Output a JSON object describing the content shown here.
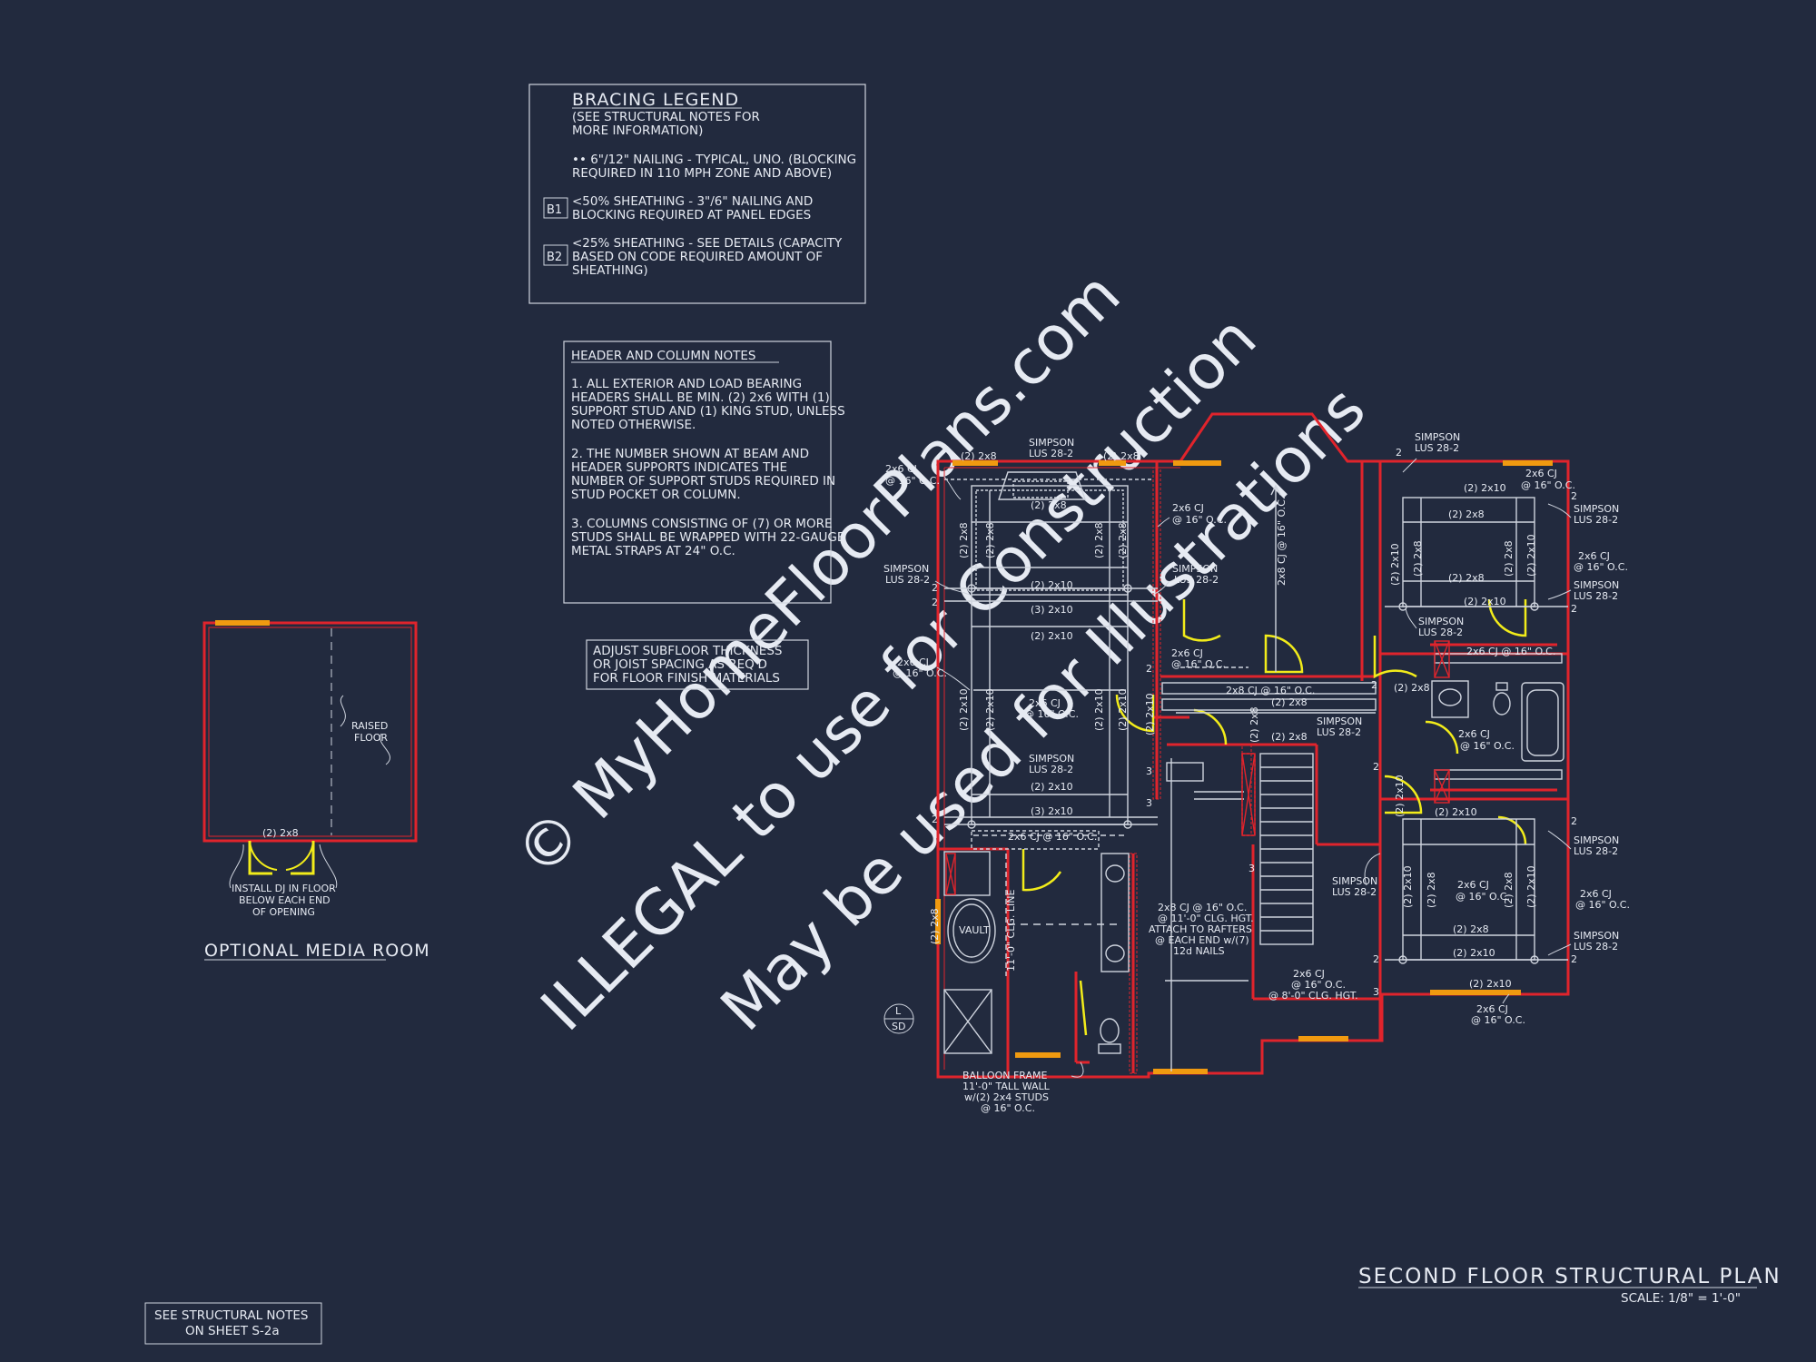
{
  "colors": {
    "background": "#222a3e",
    "wall": "#e0242c",
    "member": "#cfd4de",
    "text": "#e6eaf2",
    "door": "#f2ec1a",
    "window": "#f09a10",
    "watermark": "#39415a"
  },
  "watermark": {
    "line1": "© MyHomeFloorPlans.com",
    "line2": "ILLEGAL to use for Construction",
    "line3": "May be used for Illustrations"
  },
  "bracing_legend": {
    "title": "BRACING LEGEND",
    "subtitle1": "(SEE STRUCTURAL NOTES FOR",
    "subtitle2": "MORE INFORMATION)",
    "note1_line1": "•• 6\"/12\" NAILING - TYPICAL, UNO. (BLOCKING",
    "note1_line2": "REQUIRED IN 110 MPH ZONE AND ABOVE)",
    "b1_tag": "B1",
    "b1_line1": "<50% SHEATHING - 3\"/6\" NAILING AND",
    "b1_line2": "BLOCKING REQUIRED AT PANEL EDGES",
    "b2_tag": "B2",
    "b2_line1": "<25% SHEATHING - SEE DETAILS (CAPACITY",
    "b2_line2": "BASED ON CODE REQUIRED AMOUNT OF",
    "b2_line3": "SHEATHING)"
  },
  "header_notes": {
    "title": "HEADER AND COLUMN NOTES",
    "n1_l1": "1. ALL EXTERIOR AND LOAD BEARING",
    "n1_l2": "HEADERS SHALL BE MIN. (2) 2x6 WITH (1)",
    "n1_l3": "SUPPORT STUD AND (1) KING STUD, UNLESS",
    "n1_l4": "NOTED OTHERWISE.",
    "n2_l1": "2. THE NUMBER SHOWN AT BEAM AND",
    "n2_l2": "HEADER SUPPORTS INDICATES THE",
    "n2_l3": "NUMBER OF SUPPORT STUDS REQUIRED IN",
    "n2_l4": "STUD POCKET OR COLUMN.",
    "n3_l1": "3. COLUMNS CONSISTING OF (7) OR MORE",
    "n3_l2": "STUDS SHALL BE WRAPPED WITH 22-GAUGE",
    "n3_l3": "METAL STRAPS AT 24\" O.C."
  },
  "subfloor_note": {
    "l1": "ADJUST SUBFLOOR THICKNESS",
    "l2": "OR JOIST SPACING AS REQ'D",
    "l3": "FOR FLOOR FINISH MATERIALS"
  },
  "media_room": {
    "title": "OPTIONAL MEDIA ROOM",
    "raised1": "RAISED",
    "raised2": "FLOOR",
    "header": "(2) 2x8",
    "dj1": "INSTALL DJ IN FLOOR",
    "dj2": "BELOW EACH END",
    "dj3": "OF OPENING"
  },
  "structural_ref": {
    "l1": "SEE STRUCTURAL NOTES",
    "l2": "ON SHEET S-2a"
  },
  "plan_title": {
    "title": "SECOND FLOOR STRUCTURAL PLAN",
    "scale": "SCALE: 1/8\" = 1'-0\""
  },
  "plan": {
    "simpson": "SIMPSON",
    "lus": "LUS 28-2",
    "cj16": "2x6 CJ",
    "oc16": "@ 16\" O.C.",
    "hdr_2x8": "(2) 2x8",
    "hdr_2x10": "(2) 2x10",
    "hdr_3x10": "(3) 2x10",
    "cj_2x6_16": "2x6 CJ @ 16\" O.C.",
    "cj_2x8_16": "2x8 CJ @ 16\" O.C.",
    "cj_2x8_vert": "2x8 CJ @ 16\" O.C.",
    "vault": "VAULT",
    "clg_line": "11'-0\" CLG. LINE",
    "center_1": "2x8 CJ @ 16\" O.C.",
    "center_2": "@ 11'-0\" CLG. HGT.",
    "center_3": "ATTACH TO RAFTERS",
    "center_4": "@ EACH END w/(7)",
    "center_5": "12d NAILS",
    "lower_1": "2x6 CJ",
    "lower_2": "@ 16\" O.C.",
    "lower_3": "@ 8'-0\" CLG. HGT.",
    "balloon_1": "BALLOON FRAME",
    "balloon_2": "11'-0\" TALL WALL",
    "balloon_3": "w/(2) 2x4 STUDS",
    "balloon_4": "@ 16\" O.C.",
    "section_top": "L",
    "section_bottom": "SD",
    "n2": "2",
    "n3": "3"
  }
}
